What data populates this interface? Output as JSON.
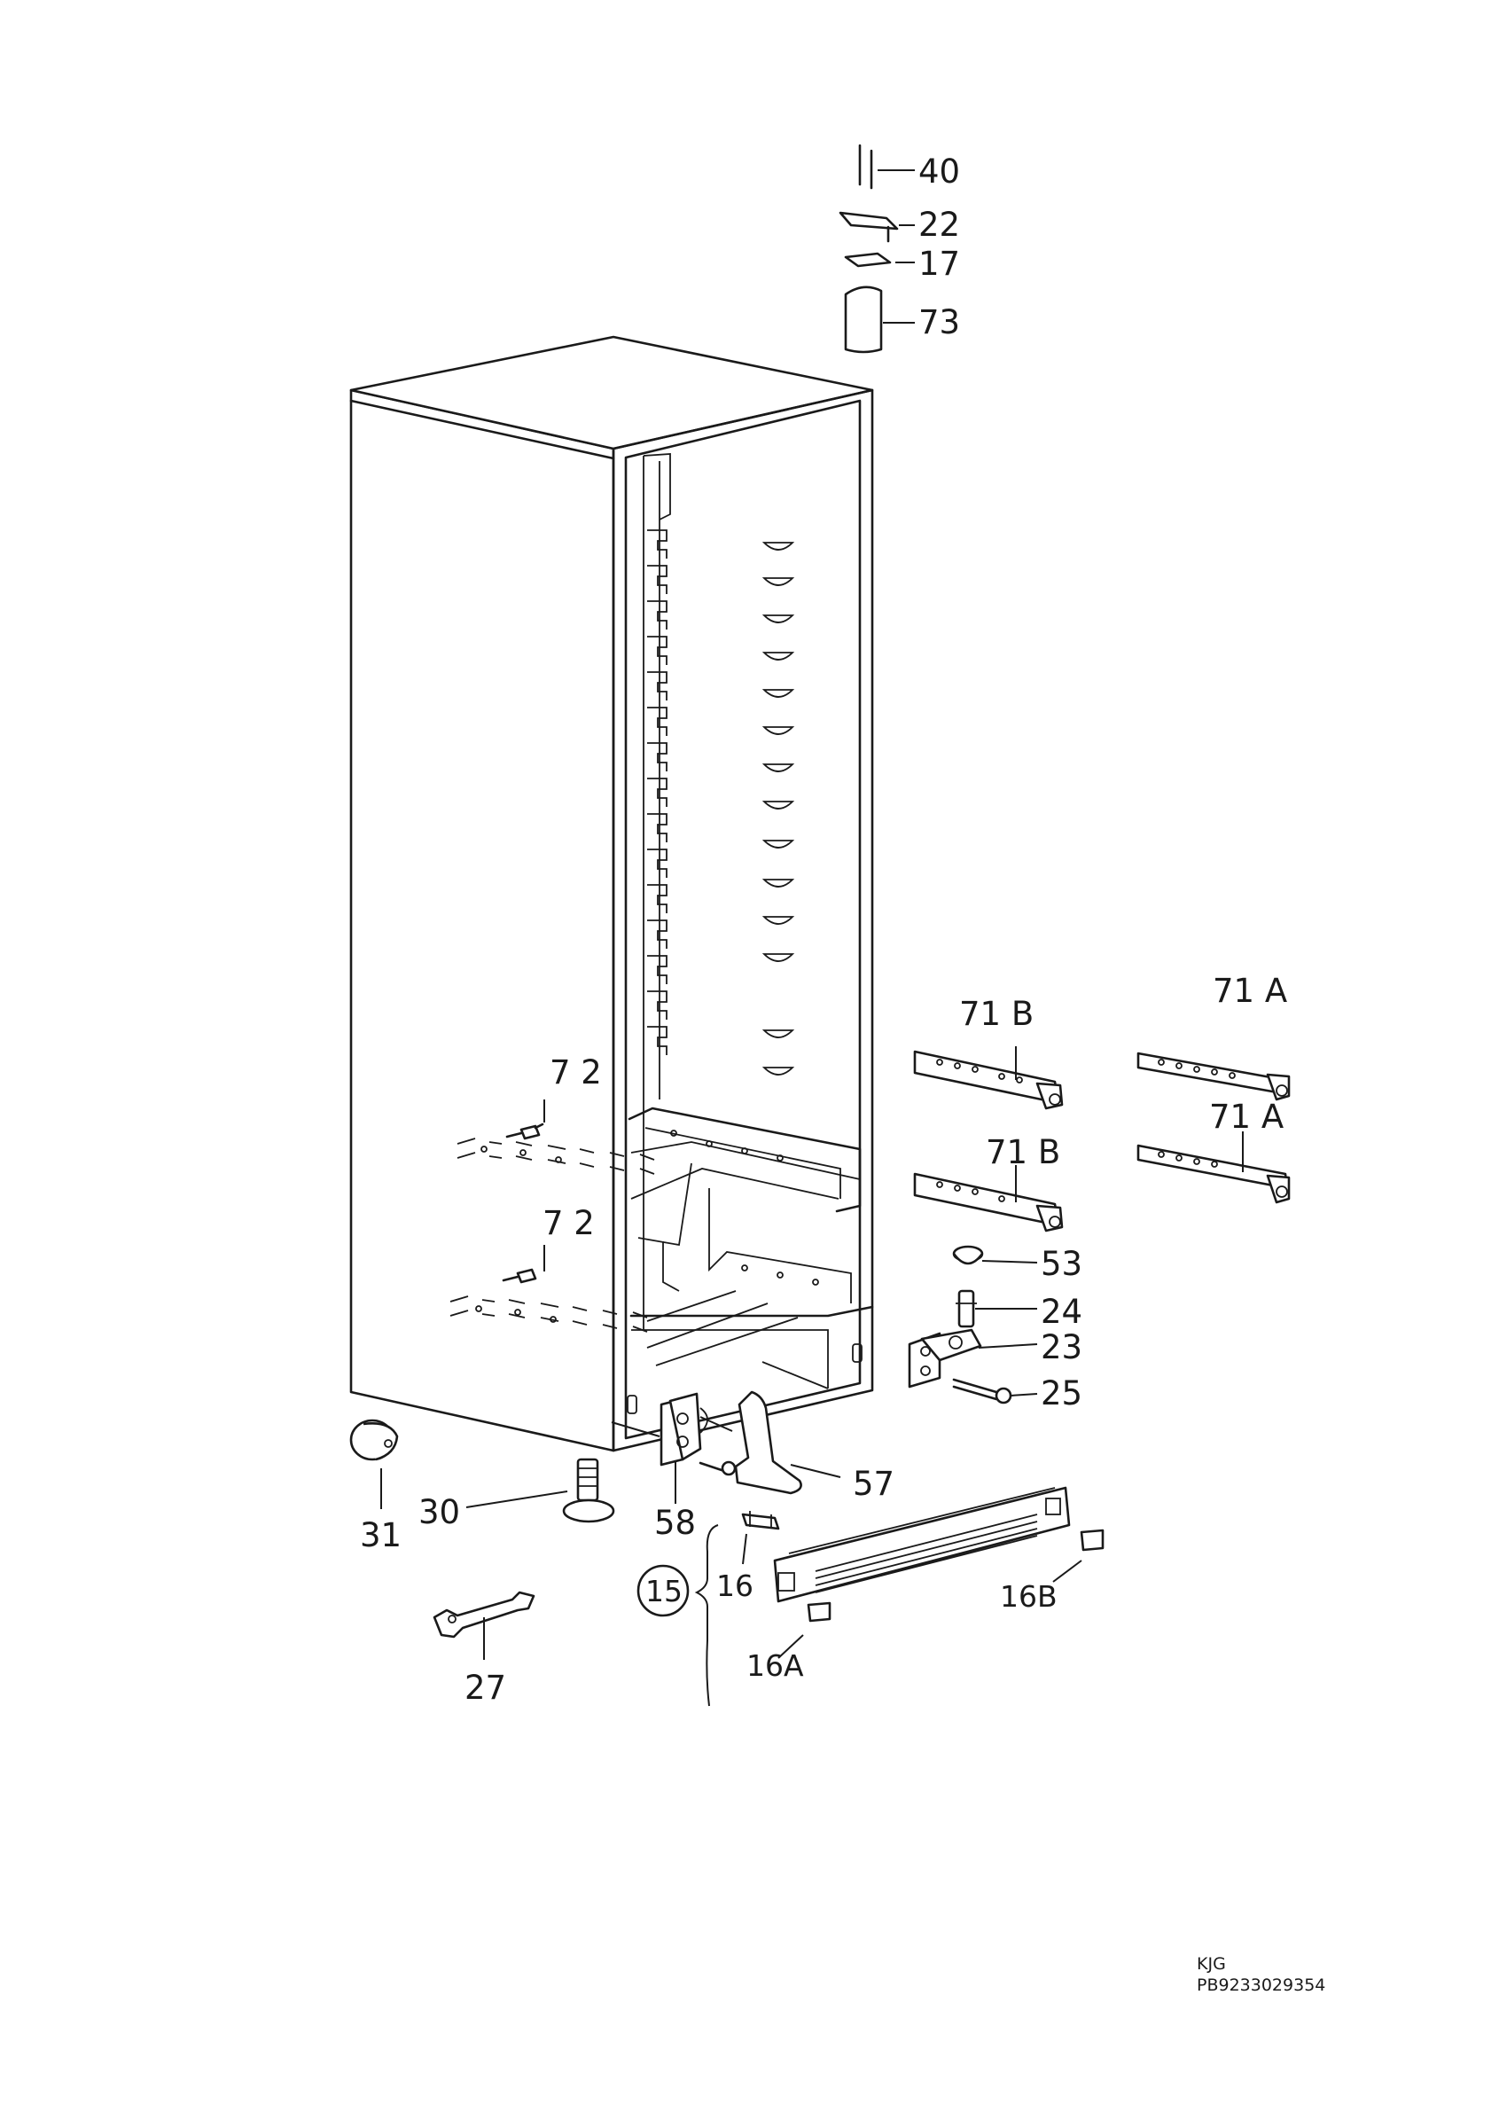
{
  "callouts": {
    "c40": "40",
    "c22": "22",
    "c17": "17",
    "c73": "73",
    "c71A_top": "71 A",
    "c71B_top": "71 B",
    "c71A_bot": "71 A",
    "c71B_bot": "71 B",
    "c72_top": "7 2",
    "c72_bot": "7 2",
    "c53": "53",
    "c24": "24",
    "c23": "23",
    "c25": "25",
    "c57": "57",
    "c58": "58",
    "c31": "31",
    "c30": "30",
    "c27": "27",
    "c15": "15",
    "c16": "16",
    "c16A": "16A",
    "c16B": "16B"
  },
  "footer": {
    "line1": "KJG",
    "line2": "PB9233029354"
  }
}
